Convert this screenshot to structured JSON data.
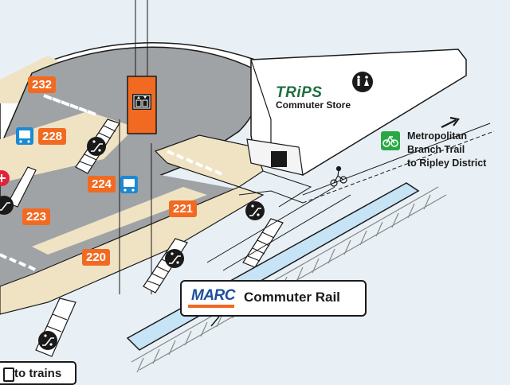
{
  "bays": [
    {
      "number": "232"
    },
    {
      "number": "228"
    },
    {
      "number": "224"
    },
    {
      "number": "223"
    },
    {
      "number": "221"
    },
    {
      "number": "220"
    }
  ],
  "trips": {
    "logo": "TRiPS",
    "subtitle": "Commuter Store"
  },
  "trail": {
    "line1": "Metropolitan",
    "line2": "Branch Trail",
    "line3": "to Ripley District"
  },
  "marc": {
    "logo": "MARC",
    "title": "Commuter Rail"
  },
  "to_trains": "to trains",
  "icons": [
    "elevator-icon",
    "escalator-icon",
    "bus-icon",
    "restroom-icon",
    "bicycle-icon",
    "arrow-northeast-icon",
    "cyclist-icon"
  ],
  "colors": {
    "bay_orange": "#f26a21",
    "bus_blue": "#1a8ad4",
    "trail_green": "#2aa845",
    "platform_blue": "#c7e3f6",
    "trips_green": "#1f6e3f",
    "marc_blue": "#1f4f9c"
  }
}
